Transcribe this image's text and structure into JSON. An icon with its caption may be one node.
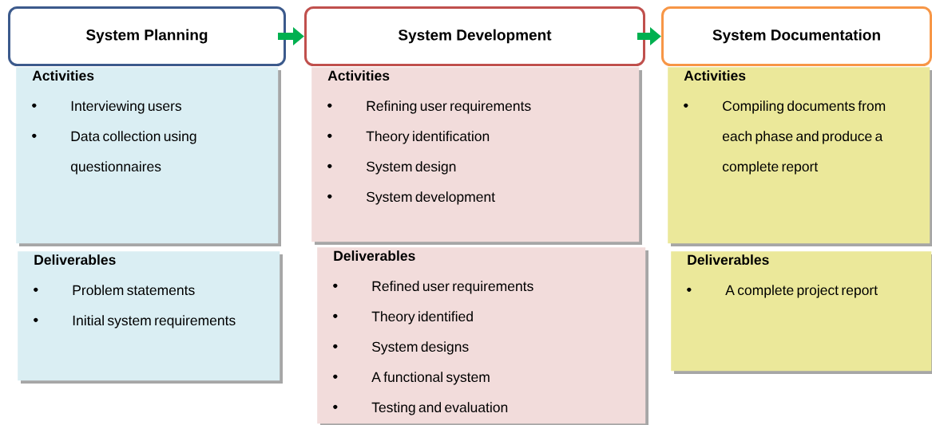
{
  "diagram": {
    "nodes": [
      {
        "text": [
          "System Planning"
        ]
      },
      {
        "text": [
          "System Development"
        ]
      },
      {
        "text": [
          "System Documentation"
        ]
      },
      {
        "text": [
          "Activities",
          "Interviewing users",
          "Data collection using questionnaires"
        ]
      },
      {
        "text": [
          "Activities",
          "Refining user requirements",
          "Theory identification",
          "System design",
          "System development"
        ]
      },
      {
        "text": [
          "Activities",
          "Compiling documents from each phase and produce a complete report"
        ]
      },
      {
        "text": [
          "Deliverables",
          "Problem statements",
          "Initial system requirements"
        ]
      },
      {
        "text": [
          "Deliverables",
          "Refined user requirements",
          "Theory identified",
          "System designs",
          "A functional system",
          "Testing and evaluation"
        ]
      },
      {
        "text": [
          "Deliverables",
          "A complete project report"
        ]
      }
    ],
    "edges": [
      {
        "from": 0,
        "to": 1,
        "arrow": "to"
      },
      {
        "from": 1,
        "to": 2,
        "arrow": "to"
      }
    ]
  }
}
